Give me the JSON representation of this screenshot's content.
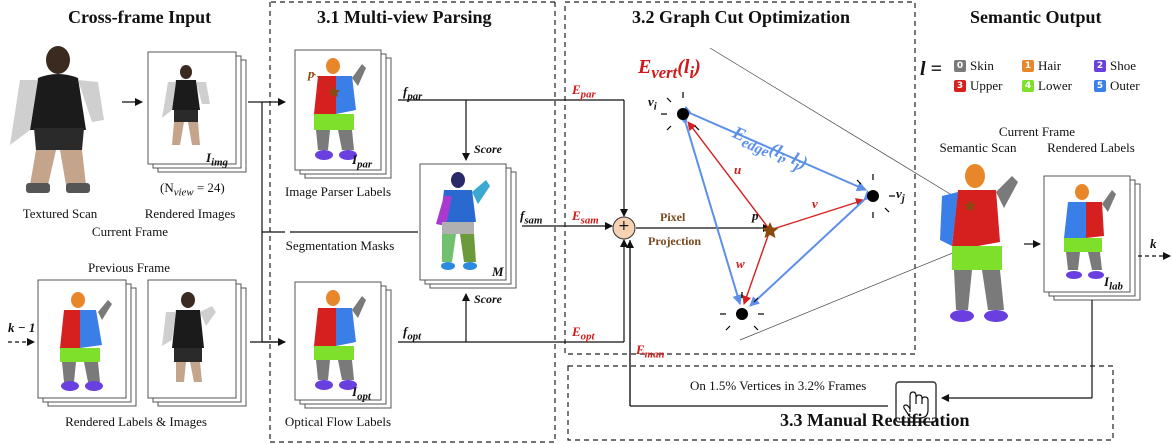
{
  "titles": {
    "input": "Cross-frame Input",
    "parsing": "3.1 Multi-view Parsing",
    "graphcut": "3.2 Graph Cut Optimization",
    "output": "Semantic Output",
    "manual": "3.3 Manual Rectification"
  },
  "input": {
    "textured_scan": "Textured Scan",
    "rendered_images": "Rendered Images",
    "current_frame": "Current Frame",
    "n_view": "(N",
    "n_view_sub": "view",
    "n_view_rest": " = 24)",
    "img_label": "I",
    "img_sub": "img",
    "previous_frame": "Previous Frame",
    "rendered_labels_images": "Rendered Labels & Images",
    "k_minus_1": "k − 1"
  },
  "parsing": {
    "image_parser_labels": "Image Parser Labels",
    "segmentation_masks": "Segmentation Masks",
    "optical_flow_labels": "Optical Flow Labels",
    "score_top": "Score",
    "score_bottom": "Score",
    "p_label": "p",
    "i_par": "I",
    "i_par_sub": "par",
    "i_opt": "I",
    "i_opt_sub": "opt",
    "m_label": "M",
    "f_par": "f",
    "f_par_sub": "par",
    "f_sam": "f",
    "f_sam_sub": "sam",
    "f_opt": "f",
    "f_opt_sub": "opt"
  },
  "graphcut": {
    "e_par": "E",
    "e_par_sub": "par",
    "e_sam": "E",
    "e_sam_sub": "sam",
    "e_opt": "E",
    "e_opt_sub": "opt",
    "e_man": "E",
    "e_man_sub": "man",
    "plus": "+",
    "pixel": "Pixel",
    "projection": "Projection",
    "e_vert": "E",
    "e_vert_sub": "vert",
    "e_vert_arg": "(l",
    "e_vert_arg_sub": "i",
    "e_vert_close": ")",
    "e_edge": "E",
    "e_edge_sub": "edge",
    "e_edge_arg": "(l",
    "e_edge_arg_sub1": "i",
    "e_edge_mid": ", l",
    "e_edge_arg_sub2": "j",
    "e_edge_close": ")",
    "v_i": "v",
    "v_i_sub": "i",
    "v_j": "v",
    "v_j_sub": "j",
    "p": "p",
    "u": "u",
    "v": "v",
    "w": "w"
  },
  "output": {
    "l_eq": "l =",
    "legend": [
      {
        "num": "0",
        "name": "Skin",
        "color": "#7a7a7a"
      },
      {
        "num": "1",
        "name": "Hair",
        "color": "#e8862a"
      },
      {
        "num": "2",
        "name": "Shoe",
        "color": "#6a3fe0"
      },
      {
        "num": "3",
        "name": "Upper",
        "color": "#d62020"
      },
      {
        "num": "4",
        "name": "Lower",
        "color": "#7ee02a"
      },
      {
        "num": "5",
        "name": "Outer",
        "color": "#3a7ee8"
      }
    ],
    "current_frame": "Current Frame",
    "semantic_scan": "Semantic Scan",
    "rendered_labels": "Rendered Labels",
    "i_lab": "I",
    "i_lab_sub": "lab",
    "k": "k"
  },
  "manual": {
    "note": "On 1.5% Vertices in 3.2% Frames"
  }
}
